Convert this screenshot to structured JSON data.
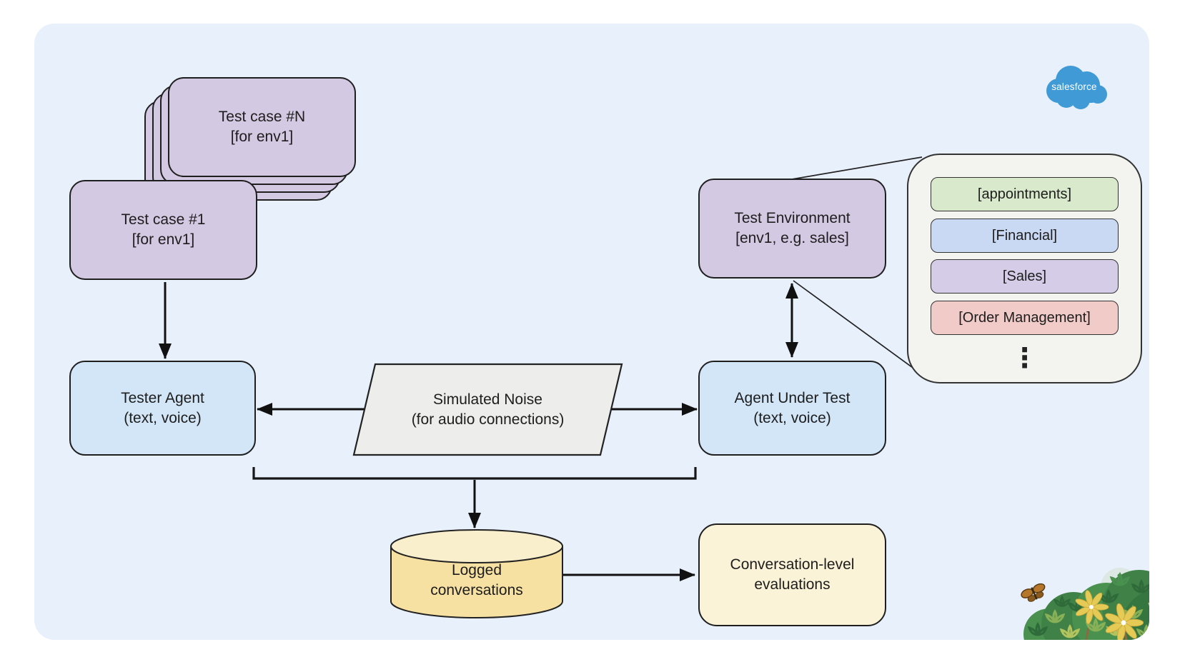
{
  "brand": {
    "logo_text": "salesforce"
  },
  "stack": {
    "front_card": "Test case #N\n[for env1]",
    "first_card": "Test case #1\n[for env1]"
  },
  "nodes": {
    "tester_agent": "Tester Agent\n(text, voice)",
    "simulated_noise": "Simulated Noise\n(for audio connections)",
    "agent_under_test": "Agent Under Test\n(text, voice)",
    "test_environment": "Test Environment\n[env1, e.g. sales]",
    "logged_conversations": "Logged\nconversations",
    "conversation_evaluations": "Conversation-level\nevaluations"
  },
  "environment_examples": {
    "items": [
      {
        "label": "[appointments]",
        "color": "#d9e9cb"
      },
      {
        "label": "[Financial]",
        "color": "#c9d8f3"
      },
      {
        "label": "[Sales]",
        "color": "#d5cde7"
      },
      {
        "label": "[Order Management]",
        "color": "#f1cbc8"
      }
    ],
    "more_indicator": "⋮"
  },
  "icons": {
    "salesforce_logo": "cloud-shape",
    "stack_ellipsis": "diagonal-dots",
    "more_items_ellipsis": "vertical-ellipsis",
    "decorations": [
      "butterfly",
      "flower-bush"
    ]
  },
  "colors": {
    "panel_bg": "#e8f0fb",
    "card_purple": "#d4c9e2",
    "agent_blue": "#d3e6f8",
    "noise_gray": "#ededeb",
    "callout_bg": "#f3f3f0",
    "cylinder_yellow": "#f6e0a2",
    "cylinder_top": "#f9efcd",
    "evaluation_cream": "#fbf3d8",
    "outline": "#1f1f1f",
    "salesforce_blue": "#3f9ad6"
  }
}
